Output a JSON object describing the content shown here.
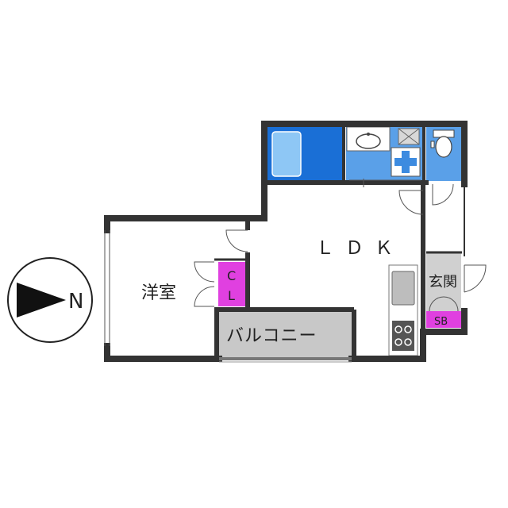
{
  "rooms": {
    "ldk": "ＬＤＫ",
    "western_room": "洋室",
    "balcony": "バルコニー",
    "entrance": "玄関",
    "closet_c": "C",
    "closet_l": "L",
    "shoe_box": "SB"
  },
  "compass": {
    "north_label": "N"
  },
  "colors": {
    "wall": "#333333",
    "bath_blue": "#1a6fd6",
    "wet_area_blue": "#5aa0e8",
    "storage_magenta": "#e040e0",
    "balcony_grey": "#cccccc",
    "kitchen_grey": "#aaaaaa"
  }
}
